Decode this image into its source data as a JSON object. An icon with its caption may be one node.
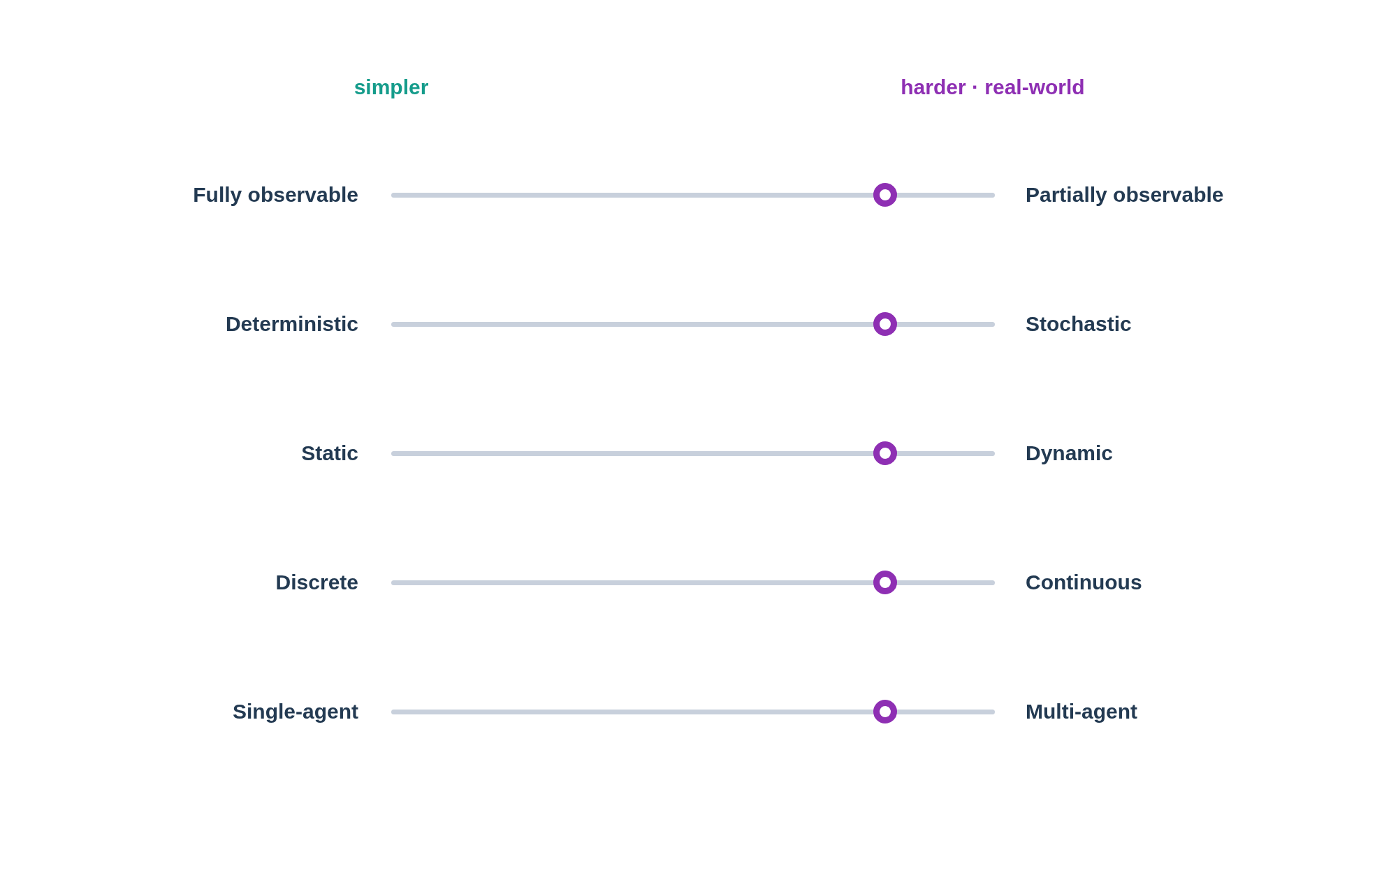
{
  "diagram": {
    "labels": [
      "simpler",
      "harder · real-world",
      "Fully observable",
      "Partially observable",
      "Deterministic",
      "Stochastic",
      "Static",
      "Dynamic",
      "Discrete",
      "Continuous",
      "Single-agent",
      "Multi-agent"
    ]
  }
}
